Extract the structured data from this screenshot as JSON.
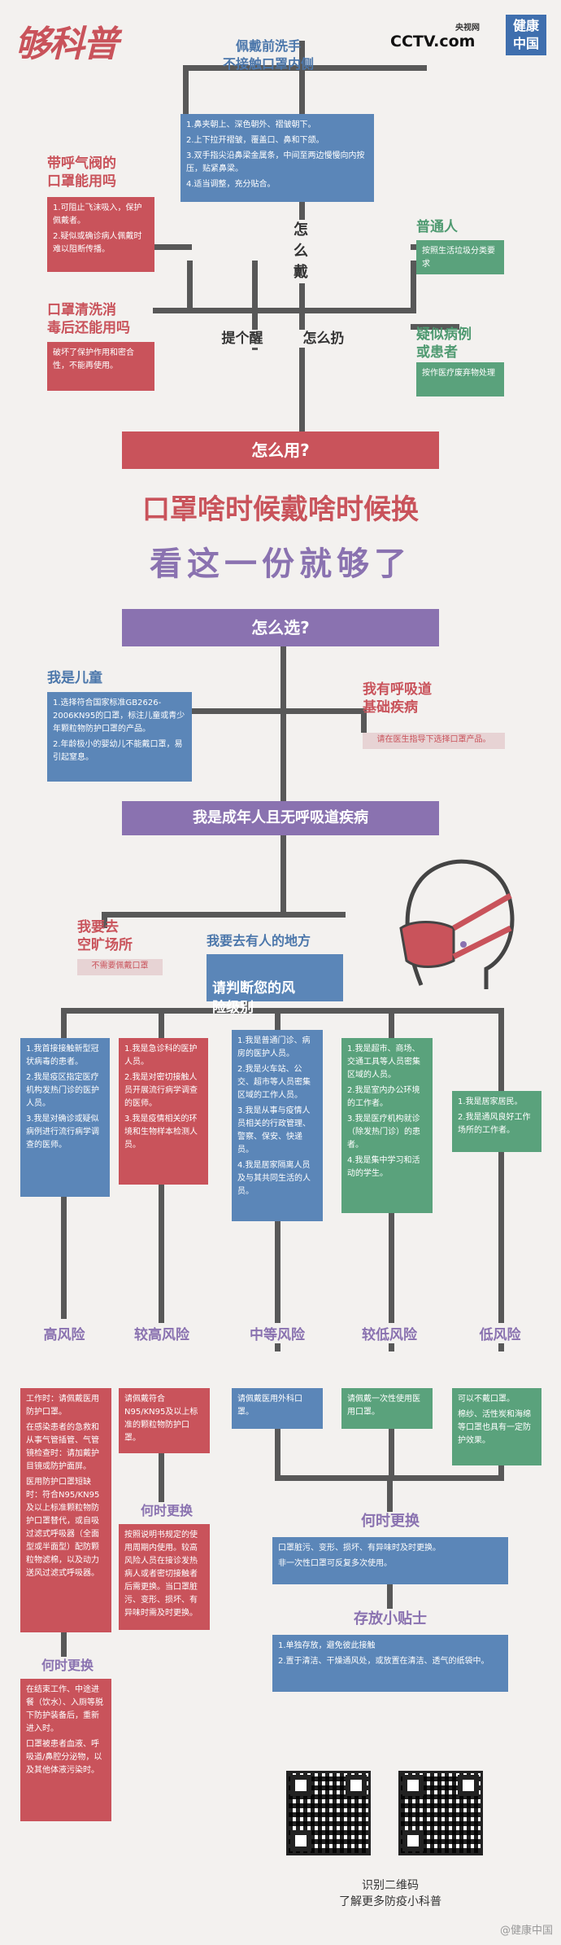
{
  "header": {
    "brand_left": "够科普",
    "brand_cctv": "CCTV.com",
    "brand_cctv_sub": "央视网",
    "brand_right": "健康中国",
    "wear_title": "佩戴前洗手\n不接触口罩内侧",
    "wear_steps": [
      "1.鼻夹朝上、深色朝外、褶皱朝下。",
      "2.上下拉开褶皱，覆盖口、鼻和下颌。",
      "3.双手指尖沿鼻梁金属条，中间至两边慢慢向内按压，贴紧鼻梁。",
      "4.适当调整，充分贴合。"
    ],
    "how_wear": "怎么戴",
    "remind": "提个醒",
    "how_discard": "怎么扔",
    "valve_title": "带呼气阀的\n口罩能用吗",
    "valve_items": [
      "1.可阻止飞沫吸入，保护佩戴者。",
      "2.疑似或确诊病人佩戴时难以阻断传播。"
    ],
    "wash_title": "口罩清洗消\n毒后还能用吗",
    "wash_text": "破坏了保护作用和密合性，不能再使用。",
    "normal_title": "普通人",
    "normal_text": "按照生活垃圾分类要求",
    "suspect_title": "疑似病例\n或患者",
    "suspect_text": "按作医疗废弃物处理"
  },
  "how_use": "怎么用?",
  "main_title_1": "口罩啥时候戴啥时候换",
  "main_title_2": "看这一份就够了",
  "how_choose": "怎么选?",
  "child": {
    "title": "我是儿童",
    "items": [
      "1.选择符合国家标准GB2626-2006KN95的口罩，标注儿童或青少年颗粒物防护口罩的产品。",
      "2.年龄极小的婴幼儿不能戴口罩，易引起窒息。"
    ]
  },
  "resp": {
    "title": "我有呼吸道\n基础疾病",
    "text": "请在医生指导下选择口罩产品。"
  },
  "adult_bar": "我是成年人且无呼吸道疾病",
  "open": {
    "title": "我要去\n空旷场所",
    "text": "不需要佩戴口罩"
  },
  "crowd": {
    "title": "我要去有人的地方",
    "box": "请判断您的风\n险级别"
  },
  "risk_columns": [
    {
      "items": [
        "1.我首接接触新型冠状病毒的患者。",
        "2.我是疫区指定医疗机构发热门诊的医护人员。",
        "3.我是对确诊或疑似病例进行流行病学调查的医师。"
      ],
      "level": "高风险",
      "advice": [
        "工作时：请佩戴医用防护口罩。",
        "在感染患者的急救和从事气管插管、气管镜检查时：请加戴护目镜或防护面屏。",
        "医用防护口罩短缺时：符合N95/KN95及以上标准颗粒物防护口罩替代，或自吸过滤式呼吸器（全面型或半面型）配防颗粒物滤棉，以及动力送风过滤式呼吸器。"
      ],
      "change_title": "何时更换",
      "change": [
        "在结束工作、中途进餐（饮水）、入厕等脱下防护装备后，重新进入时。",
        "口罩被患者血液、呼吸道/鼻腔分泌物，以及其他体液污染时。"
      ]
    },
    {
      "items": [
        "1.我是急诊科的医护人员。",
        "2.我是对密切接触人员开展流行病学调查的医师。",
        "3.我是疫情相关的环境和生物样本检测人员。"
      ],
      "level": "较高风险",
      "advice": [
        "请佩戴符合N95/KN95及以上标准的颗粒物防护口罩。"
      ],
      "change_title": "何时更换",
      "change": [
        "按照说明书规定的使用周期内使用。较高风险人员在接诊发热病人或者密切接触者后需更换。当口罩脏污、变形、损坏、有异味时需及时更换。"
      ]
    },
    {
      "items": [
        "1.我是普通门诊、病房的医护人员。",
        "2.我是火车站、公交、超市等人员密集区域的工作人员。",
        "3.我是从事与疫情人员相关的行政管理、警察、保安、快递员。",
        "4.我是居家隔离人员及与其共同生活的人员。"
      ],
      "level": "中等风险",
      "advice": [
        "请佩戴医用外科口罩。"
      ]
    },
    {
      "items": [
        "1.我是超市、商场、交通工具等人员密集区域的人员。",
        "2.我是室内办公环境的工作者。",
        "3.我是医疗机构就诊（除发热门诊）的患者。",
        "4.我是集中学习和活动的学生。"
      ],
      "level": "较低风险",
      "advice": [
        "请佩戴一次性使用医用口罩。"
      ]
    },
    {
      "items": [
        "1.我是居家居民。",
        "2.我是通风良好工作场所的工作者。"
      ],
      "level": "低风险",
      "advice": [
        "可以不戴口罩。",
        "棉纱、活性炭和海绵等口罩也具有一定防护效果。"
      ]
    }
  ],
  "bottom_change": {
    "title": "何时更换",
    "items": [
      "口罩脏污、变形、损坏、有异味时及时更换。",
      "非一次性口罩可反复多次使用。"
    ]
  },
  "storage": {
    "title": "存放小贴士",
    "items": [
      "1.单独存放，避免彼此接触",
      "2.置于清洁、干燥通风处，或放置在清洁、透气的纸袋中。"
    ]
  },
  "footer": {
    "line1": "识别二维码",
    "line2": "了解更多防疫小科普",
    "watermark": "@健康中国"
  },
  "colors": {
    "blue": "#5b86b8",
    "red": "#c9535b",
    "green": "#5aa27c",
    "purple": "#8a72b0"
  }
}
